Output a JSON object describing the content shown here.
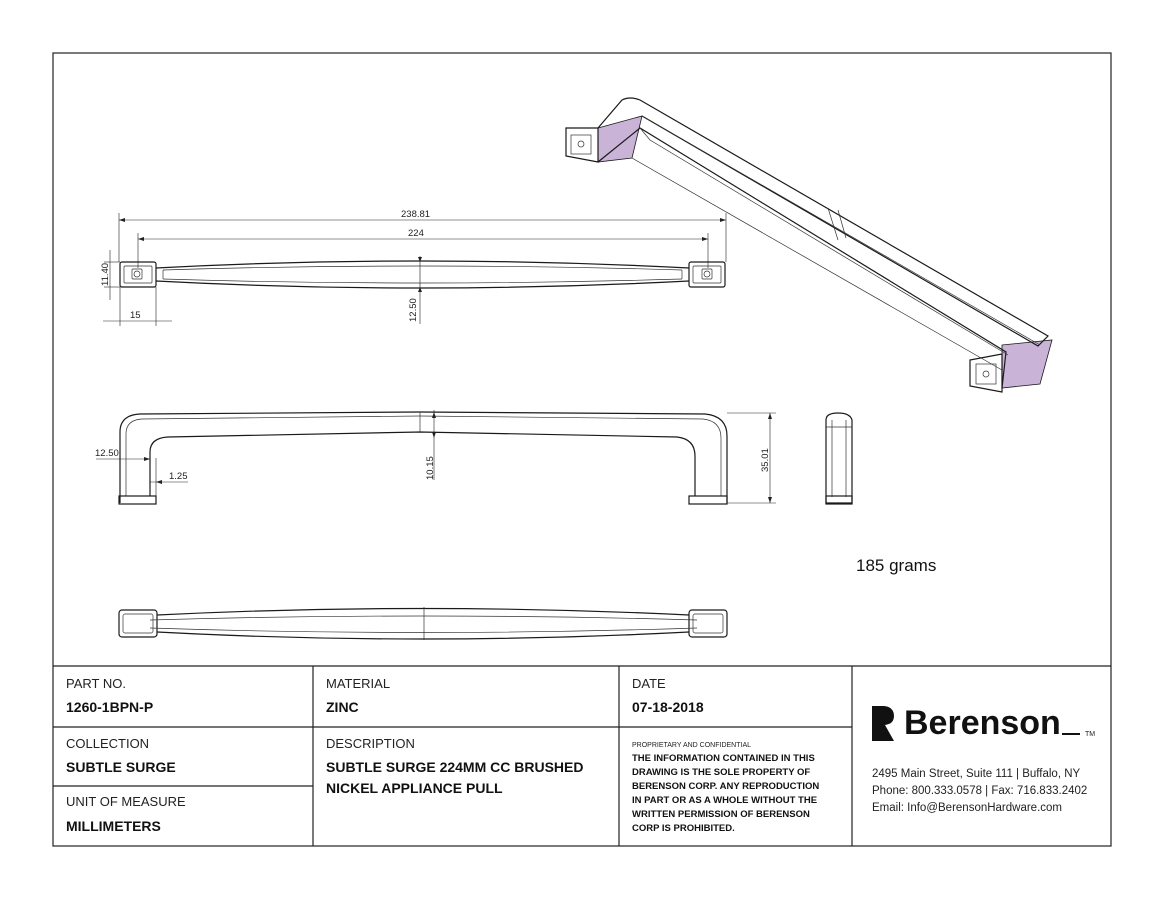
{
  "title_block": {
    "part_no": {
      "label": "PART NO.",
      "value": "1260-1BPN-P"
    },
    "material": {
      "label": "MATERIAL",
      "value": "ZINC"
    },
    "date": {
      "label": "DATE",
      "value": "07-18-2018"
    },
    "collection": {
      "label": "COLLECTION",
      "value": "SUBTLE SURGE"
    },
    "description": {
      "label": "DESCRIPTION",
      "line1": "SUBTLE SURGE 224MM CC BRUSHED",
      "line2": "NICKEL APPLIANCE PULL"
    },
    "unit": {
      "label": "UNIT OF MEASURE",
      "value": "MILLIMETERS"
    },
    "confidential": {
      "heading": "PROPRIETARY AND CONFIDENTIAL",
      "lines": [
        "THE INFORMATION CONTAINED IN THIS",
        "DRAWING IS THE SOLE PROPERTY OF",
        "BERENSON CORP. ANY REPRODUCTION",
        "IN PART OR AS A WHOLE WITHOUT THE",
        "WRITTEN PERMISSION OF BERENSON",
        "CORP IS PROHIBITED."
      ]
    }
  },
  "company": {
    "name": "Berenson",
    "tm": "TM",
    "address": "2495 Main Street, Suite 111 | Buffalo, NY",
    "phone_fax": "Phone: 800.333.0578 | Fax: 716.833.2402",
    "email": "Email: Info@BerensonHardware.com"
  },
  "dimensions": {
    "overall_length": "238.81",
    "center_to_center": "224",
    "foot_width": "11.40",
    "foot_length": "15",
    "bar_width": "12.50",
    "side_foot_length": "12.50",
    "side_step": "1.25",
    "bar_thickness": "10.15",
    "projection": "35.01"
  },
  "weight": "185 grams",
  "colors": {
    "accent_face": "#c9b3d6",
    "line": "#1a1a1a",
    "frame": "#222222"
  }
}
